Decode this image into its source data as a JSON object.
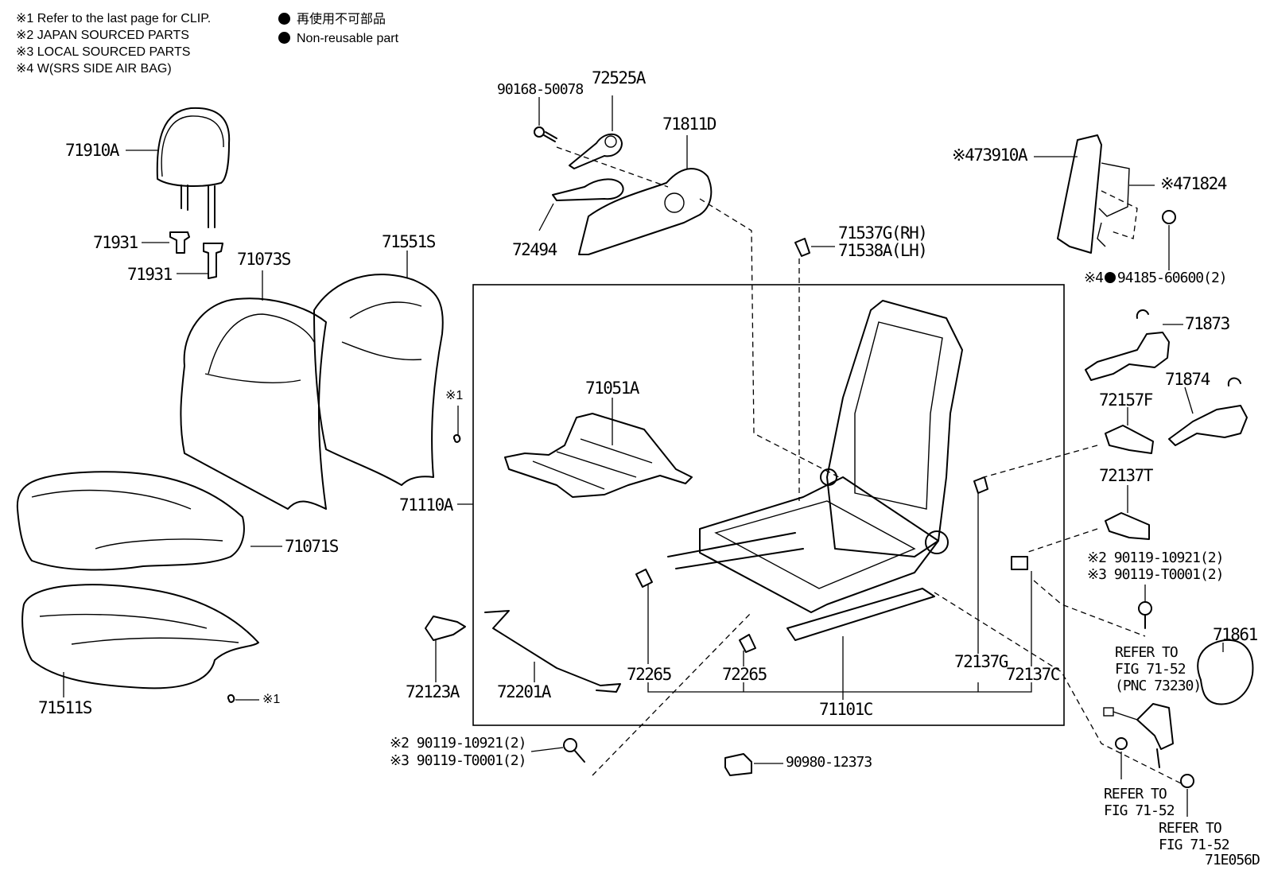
{
  "notes": {
    "n1": "※1  Refer to the last page for CLIP.",
    "n2": "※2  JAPAN SOURCED PARTS",
    "n3": "※3  LOCAL SOURCED PARTS",
    "n4": "※4 W(SRS SIDE AIR BAG)",
    "legend_jp": "再使用不可部品",
    "legend_en": "Non-reusable part"
  },
  "labels": {
    "p71910A": "71910A",
    "p71931a": "71931",
    "p71931b": "71931",
    "p71073S": "71073S",
    "p71551S": "71551S",
    "p71071S": "71071S",
    "p71511S": "71511S",
    "clip1a": "※1",
    "clip1b": "※1",
    "p90168": "90168-50078",
    "p72525A": "72525A",
    "p71811D": "71811D",
    "p72494": "72494",
    "p71537G": "71537G(RH)",
    "p71538A": "71538A(LH)",
    "p73910A": "※473910A",
    "p71824": "※471824",
    "p94185_pre": "※4",
    "p94185": "94185-60600(2)",
    "p71873": "71873",
    "p71874": "71874",
    "p72157F": "72157F",
    "p72137T": "72137T",
    "p90119a": "※2 90119-10921(2)",
    "p90119b": "※3 90119-T0001(2)",
    "refer1a": "REFER TO",
    "refer1b": "FIG 71-52",
    "refer1c": "(PNC 73230)",
    "p71861": "71861",
    "refer2a": "REFER TO",
    "refer2b": "FIG 71-52",
    "refer3a": "REFER TO",
    "refer3b": "FIG 71-52",
    "p71051A": "71051A",
    "p71110A": "71110A",
    "p72123A": "72123A",
    "p72201A": "72201A",
    "p72265a": "72265",
    "p72265b": "72265",
    "p72137G": "72137G",
    "p72137C": "72137C",
    "p71101C": "71101C",
    "p90119c": "※2 90119-10921(2)",
    "p90119d": "※3 90119-T0001(2)",
    "p90980": "90980-12373",
    "figid": "71E056D"
  }
}
